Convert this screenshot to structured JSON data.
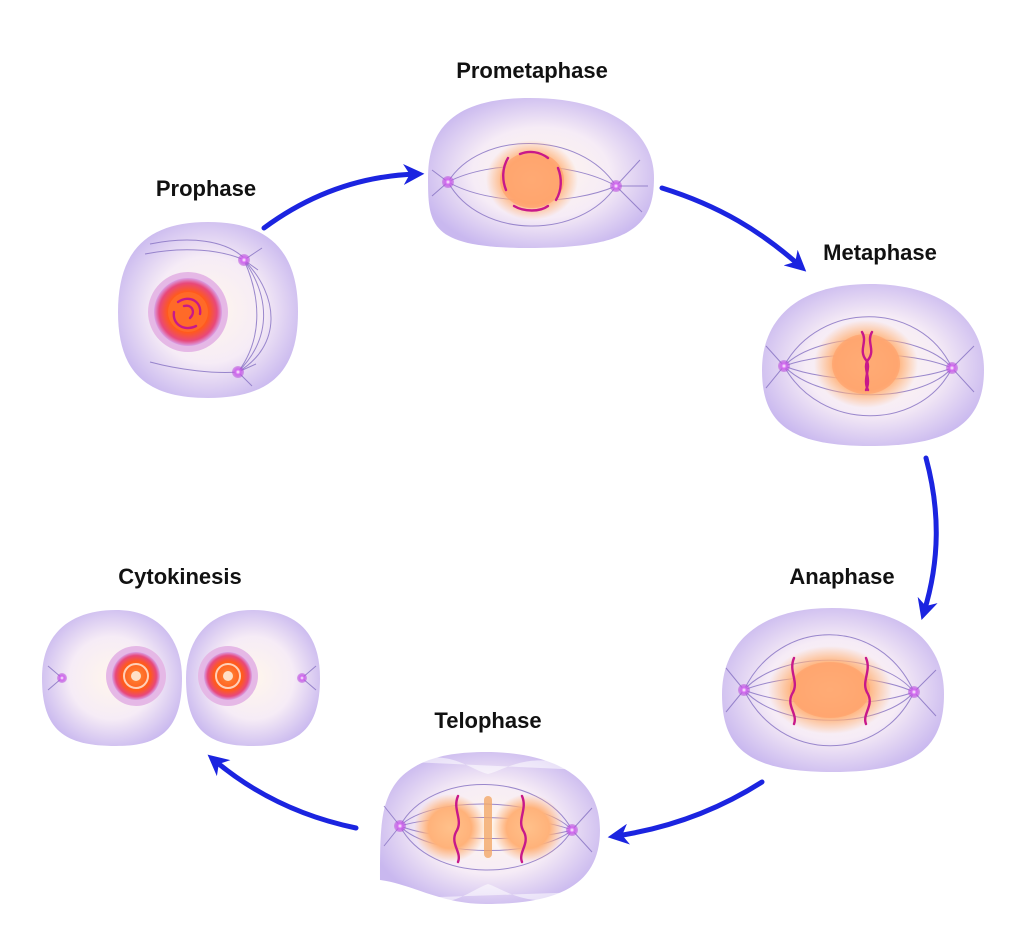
{
  "diagram": {
    "stages": [
      {
        "id": "prophase",
        "label": "Prophase"
      },
      {
        "id": "prometaphase",
        "label": "Prometaphase"
      },
      {
        "id": "metaphase",
        "label": "Metaphase"
      },
      {
        "id": "anaphase",
        "label": "Anaphase"
      },
      {
        "id": "telophase",
        "label": "Telophase"
      },
      {
        "id": "cytokinesis",
        "label": "Cytokinesis"
      }
    ],
    "flow": [
      "prophase",
      "prometaphase",
      "metaphase",
      "anaphase",
      "telophase",
      "cytokinesis"
    ],
    "colors": {
      "arrow": "#1b24e0",
      "cell_edge": "#c9b8ef",
      "cell_center": "#fff6ec",
      "nucleus_core": "#ff5a1c",
      "nucleus_glow": "#ffb27a",
      "chromosome": "#c8188a",
      "centrosome": "#b03cd6",
      "spindle": "#8a76c4"
    }
  }
}
